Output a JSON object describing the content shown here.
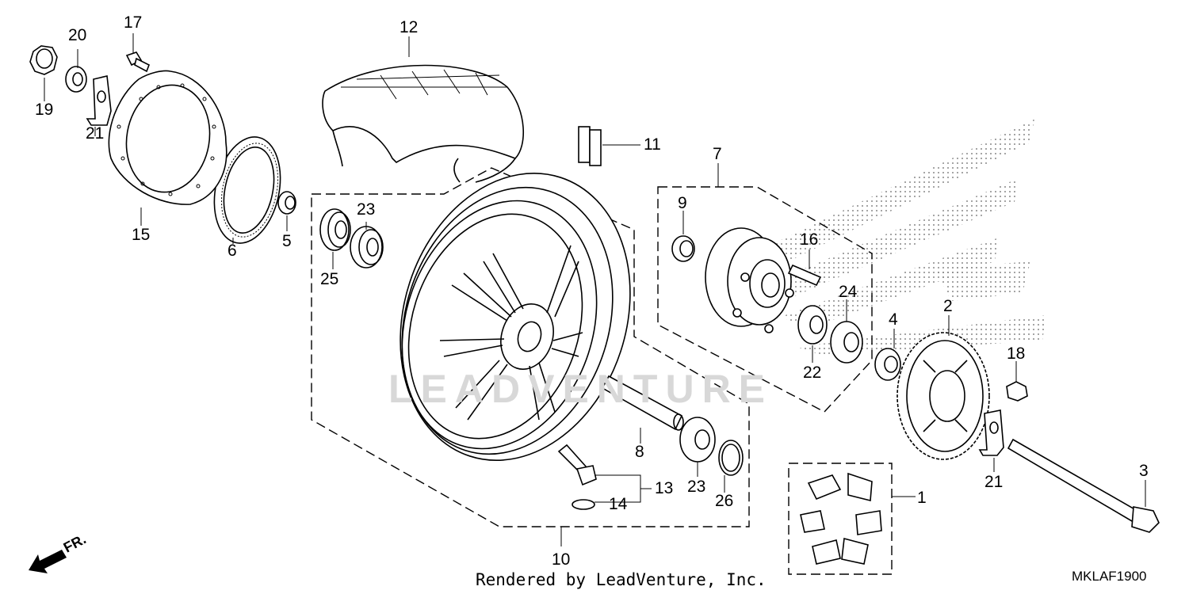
{
  "callouts": [
    {
      "id": "1",
      "label": "1"
    },
    {
      "id": "2",
      "label": "2"
    },
    {
      "id": "3",
      "label": "3"
    },
    {
      "id": "4",
      "label": "4"
    },
    {
      "id": "5",
      "label": "5"
    },
    {
      "id": "6",
      "label": "6"
    },
    {
      "id": "7",
      "label": "7"
    },
    {
      "id": "8",
      "label": "8"
    },
    {
      "id": "9",
      "label": "9"
    },
    {
      "id": "10",
      "label": "10"
    },
    {
      "id": "11",
      "label": "11"
    },
    {
      "id": "12",
      "label": "12"
    },
    {
      "id": "13",
      "label": "13"
    },
    {
      "id": "14",
      "label": "14"
    },
    {
      "id": "15",
      "label": "15"
    },
    {
      "id": "16",
      "label": "16"
    },
    {
      "id": "17",
      "label": "17"
    },
    {
      "id": "18",
      "label": "18"
    },
    {
      "id": "19",
      "label": "19"
    },
    {
      "id": "20",
      "label": "20"
    },
    {
      "id": "21a",
      "label": "21"
    },
    {
      "id": "21b",
      "label": "21"
    },
    {
      "id": "22",
      "label": "22"
    },
    {
      "id": "23a",
      "label": "23"
    },
    {
      "id": "23b",
      "label": "23"
    },
    {
      "id": "24",
      "label": "24"
    },
    {
      "id": "25",
      "label": "25"
    },
    {
      "id": "26",
      "label": "26"
    }
  ],
  "footer": {
    "credit": "Rendered by LeadVenture, Inc.",
    "code": "MKLAF1900"
  },
  "direction_label": "FR.",
  "watermark": "LEADVENTURE"
}
